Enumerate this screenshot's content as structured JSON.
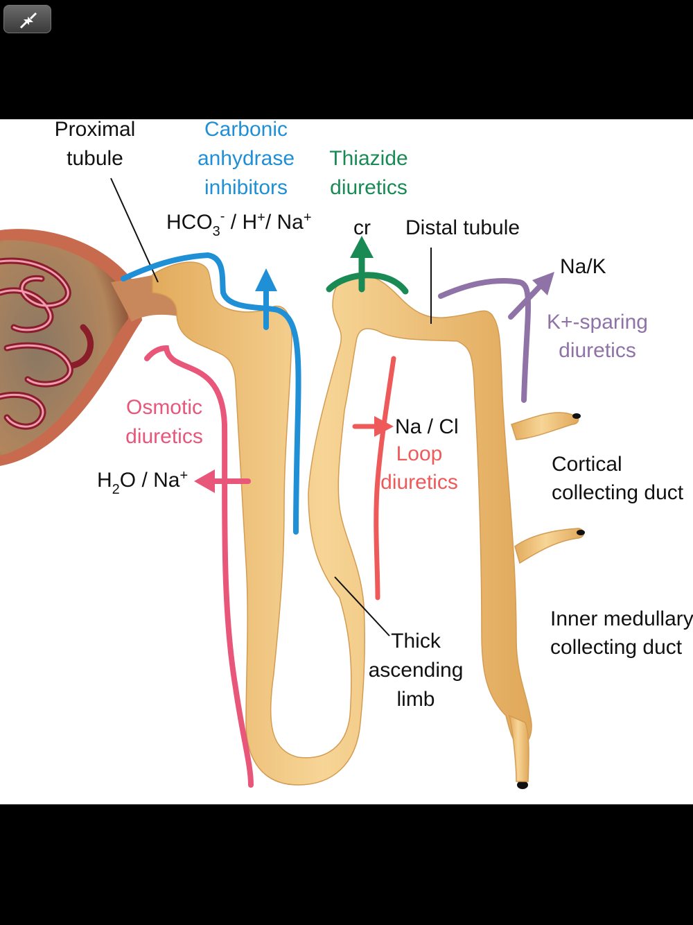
{
  "toolbar": {
    "exit_fullscreen_icon": "exit-fullscreen-icon"
  },
  "diagram": {
    "proximal_tubule": [
      "Proximal",
      "tubule"
    ],
    "carbonic": [
      "Carbonic",
      "anhydrase",
      "inhibitors"
    ],
    "thiazide": [
      "Thiazide",
      "diuretics"
    ],
    "hco3": {
      "base": "HCO",
      "sub": "3",
      "sup": "-",
      "rest": " / H",
      "sup2": "+",
      "rest2": "/ Na",
      "sup3": "+"
    },
    "cl": "cr",
    "distal_tubule": "Distal tubule",
    "na_k": "Na/K",
    "k_sparing": [
      "K+-sparing",
      "diuretics"
    ],
    "osmotic": [
      "Osmotic",
      "diuretics"
    ],
    "na_cl": "Na / Cl",
    "loop": [
      "Loop",
      "diuretics"
    ],
    "h2o": {
      "base": "H",
      "sub": "2",
      "rest": "O / Na",
      "sup": "+"
    },
    "cortical": [
      "Cortical",
      "collecting duct"
    ],
    "thick": [
      "Thick",
      "ascending",
      "limb"
    ],
    "inner": [
      "Inner medullary",
      "collecting duct"
    ],
    "colors": {
      "tubule": "#f1c680",
      "carbonic": "#1f8fd6",
      "thiazide": "#1a8a55",
      "osmotic": "#e8567a",
      "loop": "#ee5a5a",
      "ksparing": "#8f72a6"
    }
  }
}
